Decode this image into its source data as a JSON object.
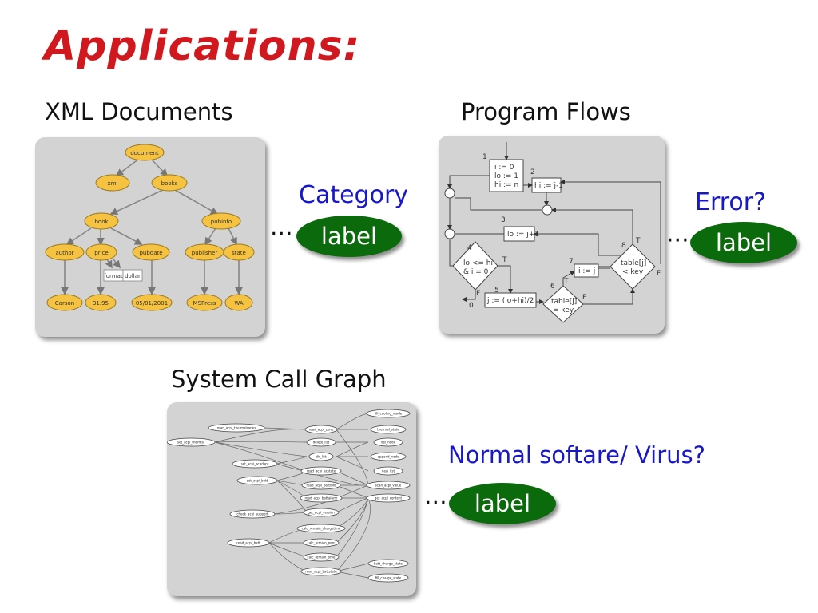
{
  "title": "Applications:",
  "xml": {
    "heading": "XML Documents",
    "nodes": {
      "document": "document",
      "xml": "xml",
      "books": "books",
      "book": "book",
      "pubinfo": "pubinfo",
      "author": "author",
      "price": "price",
      "pubdate": "pubdate",
      "publisher": "publisher",
      "state": "state",
      "format": "format",
      "dollar": "dollar",
      "carson": "Carson",
      "v3195": "31.95",
      "date": "05/01/2001",
      "mspress": "MSPress",
      "wa": "WA"
    },
    "category": "Category",
    "label": "label",
    "dots": "···"
  },
  "program": {
    "heading": "Program Flows",
    "n1": "1",
    "n2": "2",
    "n3": "3",
    "n4": "4",
    "n5": "5",
    "n6": "6",
    "n7": "7",
    "n8": "8",
    "b1_l1": "i := 0",
    "b1_l2": "lo := 1",
    "b1_l3": "hi := n",
    "b2": "hi := j-1",
    "b3": "lo := j+1",
    "d4_l1": "lo <= hi",
    "d4_l2": "& i = 0",
    "b5": "j := (lo+hi)/2",
    "d6_l1": "table[j]",
    "d6_l2": "= key",
    "b7": "i := j",
    "d8_l1": "table[j]",
    "d8_l2": "< key",
    "t": "T",
    "f": "F",
    "zero": "0",
    "error": "Error?",
    "label": "label",
    "dots": "···"
  },
  "syscall": {
    "heading": "System Call Graph",
    "nodes": {
      "a1": "read_acpi_thermalzones",
      "a2": "set_acpi_thermal",
      "a3": "set_acpi_acadapt",
      "a4": "set_acpi_batt",
      "a5": "check_acpi_support",
      "a6": "read_acpi_batt",
      "b1": "read_acpi_zone",
      "b2": "delete_list",
      "b3": "dir_list",
      "b4": "read_acpi_acstate",
      "b5": "read_acpi_battinfo",
      "b6": "read_acpi_battalarm",
      "b7": "get_acpi_version",
      "b8": "calc_remain_chargetime",
      "b9": "calc_remain_perc",
      "b10": "calc_remain_time",
      "b11": "read_acpi_battstate",
      "c1": "fill_cooling_mode",
      "c2": "thermal_state",
      "c3": "del_node",
      "c4": "append_node",
      "c5": "new_list",
      "c6": "scan_acpi_value",
      "c7": "get_acpi_content",
      "c8": "batt_charge_state",
      "c9": "fill_charge_state"
    },
    "question": "Normal softare/ Virus?",
    "label": "label",
    "dots": "···"
  },
  "colors": {
    "title": "#d0181e",
    "blue": "#1818c8",
    "pill": "#0b6a0b",
    "node": "#f5c242",
    "panel": "#d3d3d3"
  }
}
